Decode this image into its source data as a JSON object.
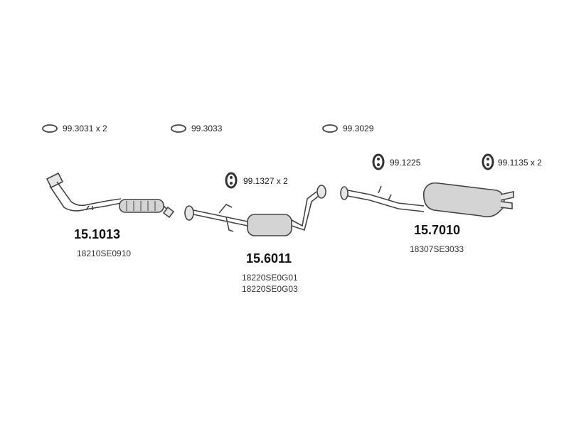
{
  "colors": {
    "outline": "#444444",
    "fill": "#cfcfcf",
    "background": "#ffffff"
  },
  "icons": {
    "gasket": "gasket-ring-icon",
    "hanger": "rubber-hanger-icon"
  },
  "parts": [
    {
      "part_number": "15.1013",
      "oem_codes": [
        "18210SE0910"
      ]
    },
    {
      "part_number": "15.6011",
      "oem_codes": [
        "18220SE0G01",
        "18220SE0G03"
      ]
    },
    {
      "part_number": "15.7010",
      "oem_codes": [
        "18307SE3033"
      ]
    }
  ],
  "accessories": [
    {
      "code": "99.3031 x 2",
      "icon": "gasket-ring-icon"
    },
    {
      "code": "99.3033",
      "icon": "gasket-ring-icon"
    },
    {
      "code": "99.3029",
      "icon": "gasket-ring-icon"
    },
    {
      "code": "99.1327 x 2",
      "icon": "rubber-hanger-icon"
    },
    {
      "code": "99.1225",
      "icon": "rubber-hanger-icon"
    },
    {
      "code": "99.1135 x 2",
      "icon": "rubber-hanger-icon"
    }
  ]
}
